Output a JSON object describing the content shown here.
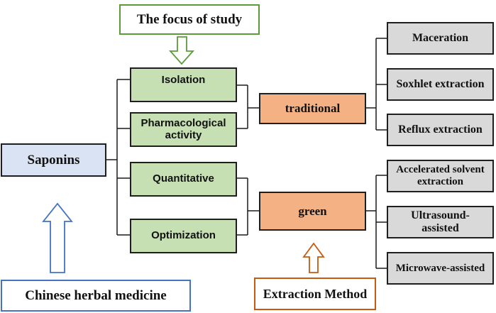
{
  "focus_label": "The focus of study",
  "center_node": "Saponins",
  "bottom_left_label": "Chinese herbal medicine",
  "bottom_right_label": "Extraction Method",
  "study_items": [
    {
      "label": "Isolation"
    },
    {
      "label": "Pharmacological activity"
    },
    {
      "label": "Quantitative"
    },
    {
      "label": "Optimization"
    }
  ],
  "categories": {
    "traditional": {
      "label": "traditional",
      "methods": [
        "Maceration",
        "Soxhlet extraction",
        "Reflux extraction"
      ]
    },
    "green": {
      "label": "green",
      "methods": [
        "Accelerated solvent extraction",
        "Ultrasound-assisted",
        "Microwave-assisted"
      ]
    }
  },
  "colors": {
    "green_fill": "#c6e0b4",
    "orange_fill": "#f4b183",
    "gray_fill": "#d9d9d9",
    "blue_fill": "#dae3f3",
    "green_outline": "#5b9b3a",
    "blue_outline": "#4472c4",
    "orange_outline": "#c55a11"
  }
}
